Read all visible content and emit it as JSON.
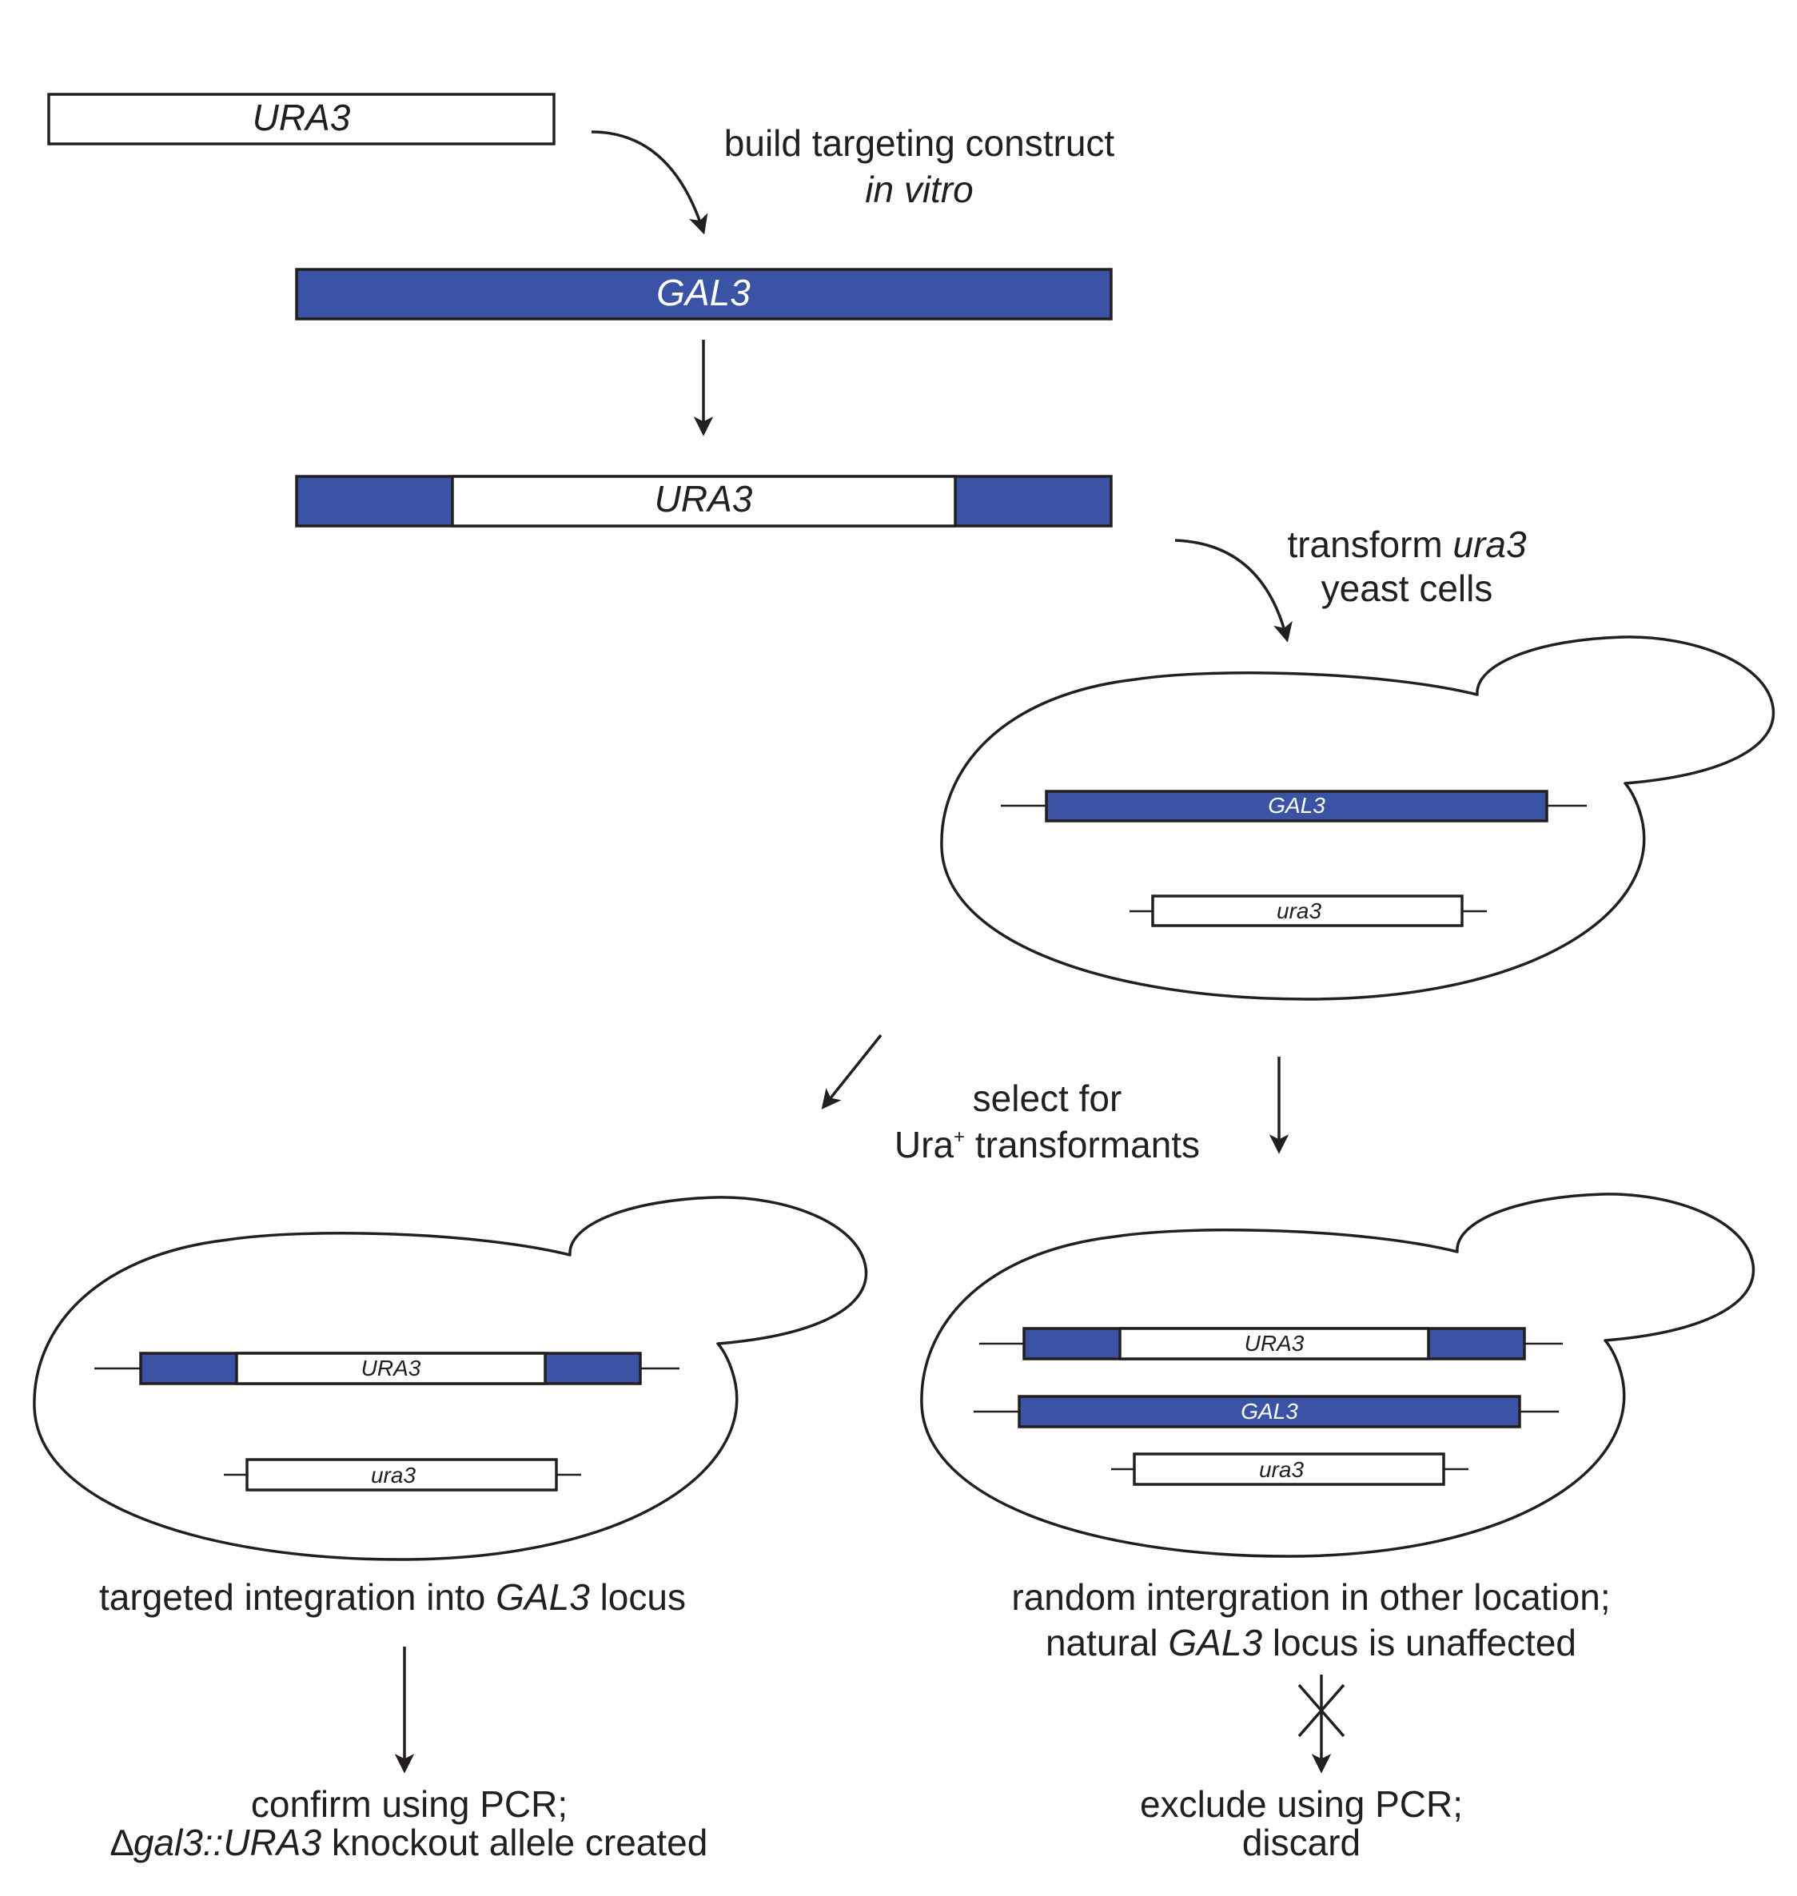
{
  "colors": {
    "gene_blue": "#3a53a4",
    "ink": "#231f20",
    "background": "#ffffff"
  },
  "steps": {
    "step1": {
      "line1": "build targeting construct",
      "line2": "in vitro"
    },
    "step2": {
      "before": "transform ",
      "gene": "ura3",
      "line2": "yeast cells"
    },
    "select": {
      "line1": "select for",
      "line2_prefix": "Ura",
      "line2_sup": "+",
      "line2_suffix": " transformants"
    }
  },
  "genes": {
    "ura3_upper": "URA3",
    "gal3_upper": "GAL3",
    "ura3_lower": "ura3"
  },
  "outcomes": {
    "left": {
      "caption_before": "targeted integration into ",
      "caption_gene": "GAL3",
      "caption_after": " locus",
      "result_line1": "confirm using PCR;",
      "result_delta": "∆",
      "result_allele": "gal3::URA3",
      "result_after": " knockout allele created"
    },
    "right": {
      "caption_line1": "random intergration in other location;",
      "caption_line2_before": "natural ",
      "caption_line2_gene": "GAL3",
      "caption_line2_after": " locus is unaffected",
      "result_line1": "exclude using PCR;",
      "result_line2": "discard"
    }
  }
}
